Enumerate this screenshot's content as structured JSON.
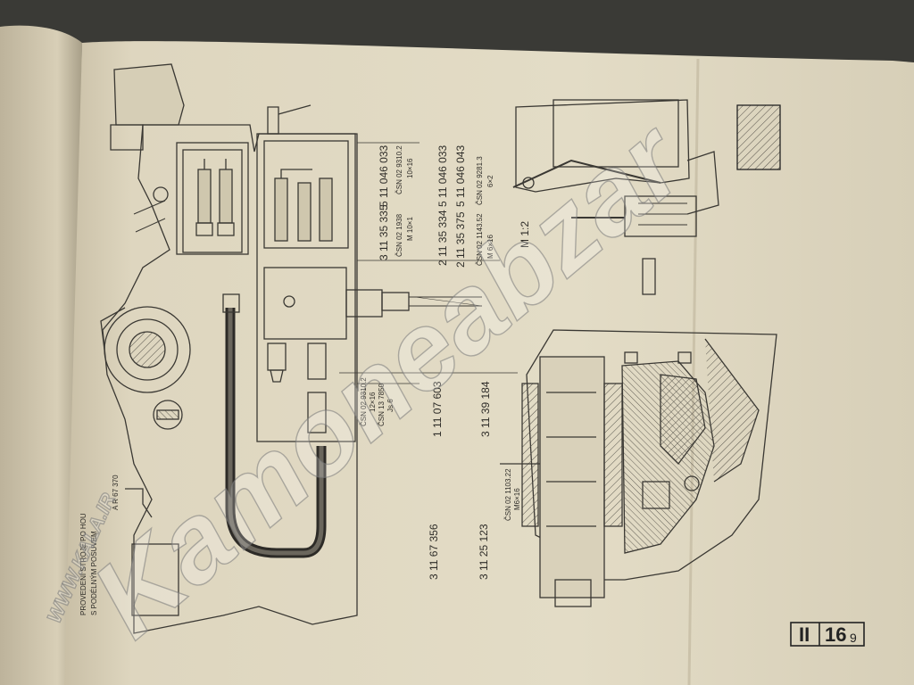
{
  "drawing": {
    "part_labels": [
      {
        "id": "p1",
        "text": "5 11 046 033"
      },
      {
        "id": "p2",
        "text": "ČSN 02 9310.2"
      },
      {
        "id": "p3",
        "text": "10×16"
      },
      {
        "id": "p4",
        "text": "3 11 35 335"
      },
      {
        "id": "p5",
        "text": "ČSN 02 1938"
      },
      {
        "id": "p6",
        "text": "M 10×1"
      },
      {
        "id": "p7",
        "text": "5 11 046 033"
      },
      {
        "id": "p8",
        "text": "2 11 35 334"
      },
      {
        "id": "p9",
        "text": "5 11 046 043"
      },
      {
        "id": "p10",
        "text": "2 11 35 375"
      },
      {
        "id": "p11",
        "text": "ČSN 02 9281.3"
      },
      {
        "id": "p12",
        "text": "6×2"
      },
      {
        "id": "p13",
        "text": "ČSN 02 1143.52"
      },
      {
        "id": "p14",
        "text": "M 6×16"
      },
      {
        "id": "p15",
        "text": "ČSN 02 9310.2"
      },
      {
        "id": "p16",
        "text": "12×16"
      },
      {
        "id": "p17",
        "text": "ČSN 13 7850"
      },
      {
        "id": "p18",
        "text": "Js 6"
      },
      {
        "id": "p19",
        "text": "1 11 07 603"
      },
      {
        "id": "p20",
        "text": "3 11 39 184"
      },
      {
        "id": "p21",
        "text": "ČSN 02 1103.22"
      },
      {
        "id": "p22",
        "text": "M6×16"
      },
      {
        "id": "p23",
        "text": "3 11 25 123"
      },
      {
        "id": "p24",
        "text": "3 11 67 356"
      },
      {
        "id": "p25",
        "text": "A R 67 370"
      }
    ],
    "scale": "M 1:2",
    "caption": {
      "line1": "PROVEDENÍ STROJE PO HOU",
      "line2": "S PODÉLNÝM POSUVEM"
    },
    "sheet": {
      "roman": "II",
      "number": "16",
      "sub": "9"
    }
  },
  "watermark": {
    "main": "Kamoneabzar",
    "side": "WWW.KALA.IR"
  }
}
